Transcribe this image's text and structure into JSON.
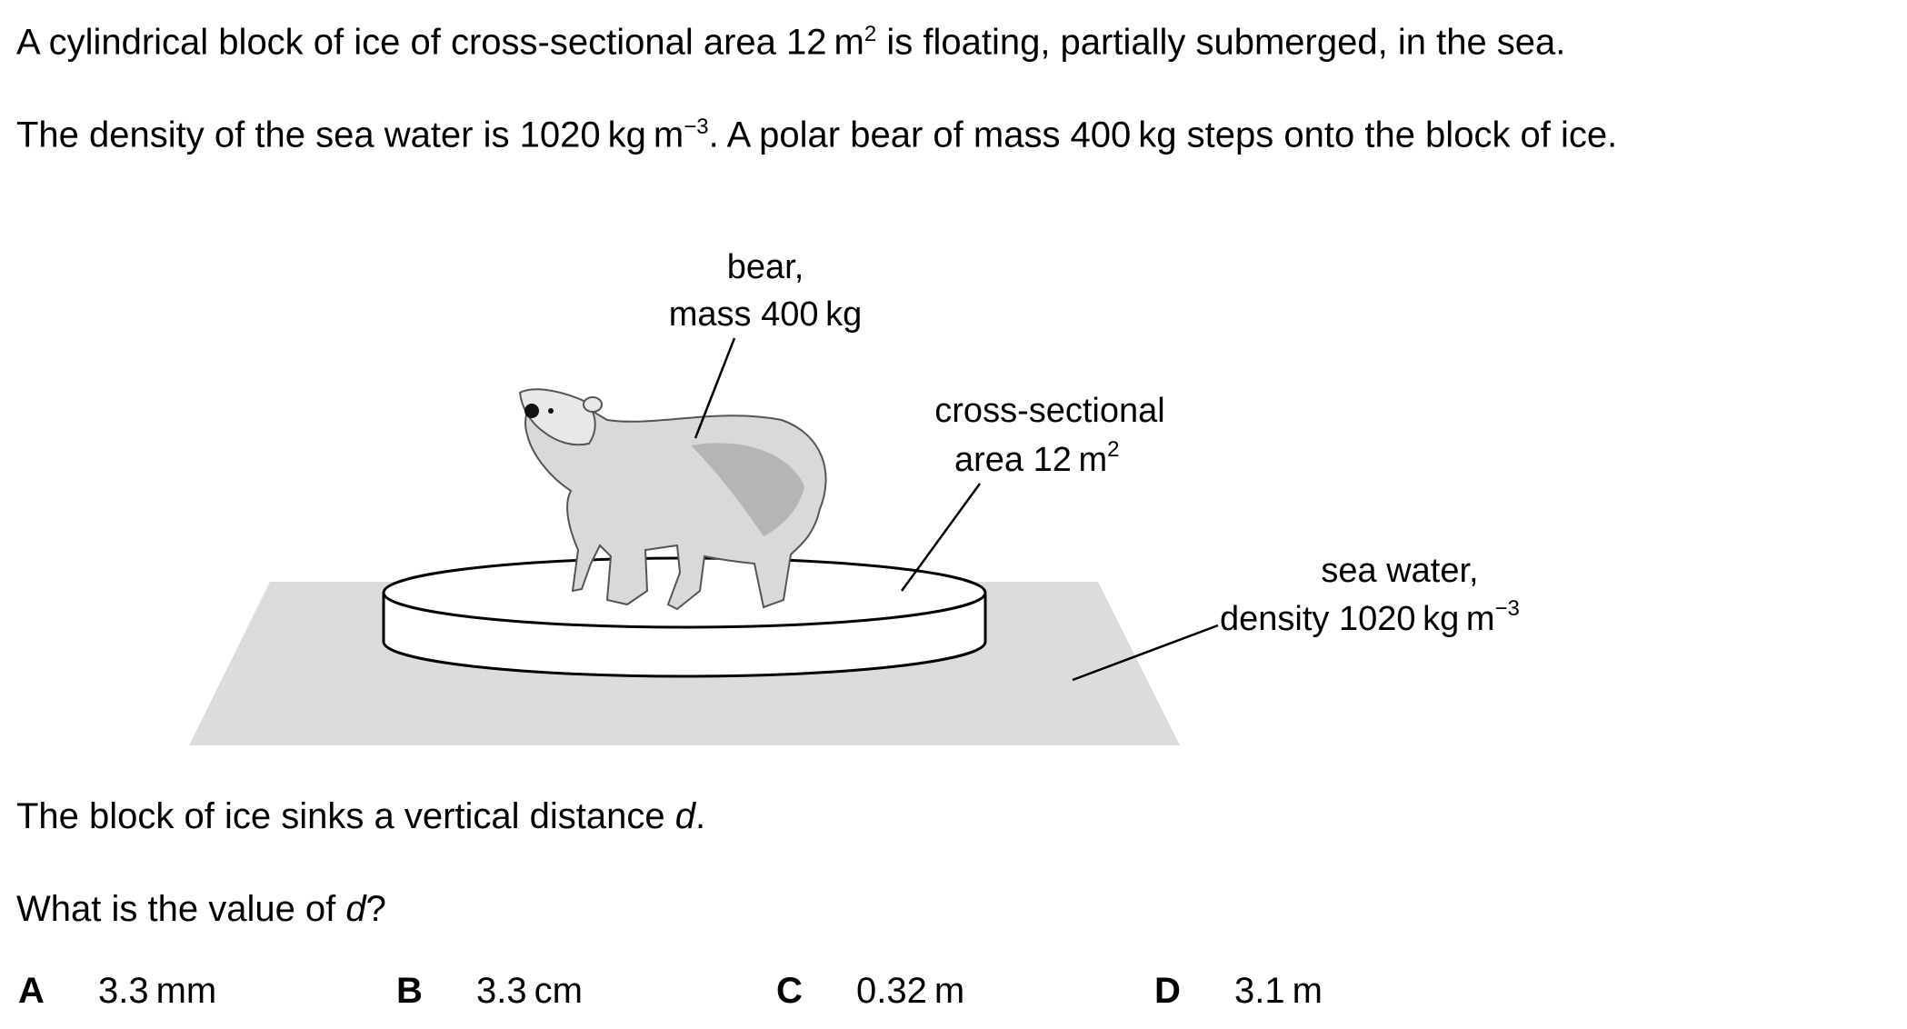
{
  "question": {
    "intro_pre": "A cylindrical block of ice of cross-sectional area 12 m",
    "intro_sup": "2",
    "intro_post": " is floating, partially submerged, in the sea.",
    "density_pre": "The density of the sea water is 1020 kg m",
    "density_sup": "−3",
    "density_post": ". A polar bear of mass 400 kg steps onto the block of ice.",
    "sinks_pre": "The block of ice sinks a vertical distance ",
    "sinks_var": "d",
    "sinks_post": ".",
    "ask_pre": "What is the value of ",
    "ask_var": "d",
    "ask_post": "?"
  },
  "figure": {
    "bear_label_line1": "bear,",
    "bear_label_line2": "mass 400 kg",
    "area_label_line1": "cross-sectional",
    "area_label_line2_pre": "area 12 m",
    "area_label_line2_sup": "2",
    "sea_label_line1": "sea water,",
    "sea_label_line2_pre": "density 1020 kg m",
    "sea_label_line2_sup": "−3",
    "sea_color": "#dcdcdc",
    "ice_color": "#ffffff",
    "bear_color": "#d9d9d9"
  },
  "options": [
    {
      "letter": "A",
      "value": "3.3 mm"
    },
    {
      "letter": "B",
      "value": "3.3 cm"
    },
    {
      "letter": "C",
      "value": "0.32 m"
    },
    {
      "letter": "D",
      "value": "3.1 m"
    }
  ]
}
